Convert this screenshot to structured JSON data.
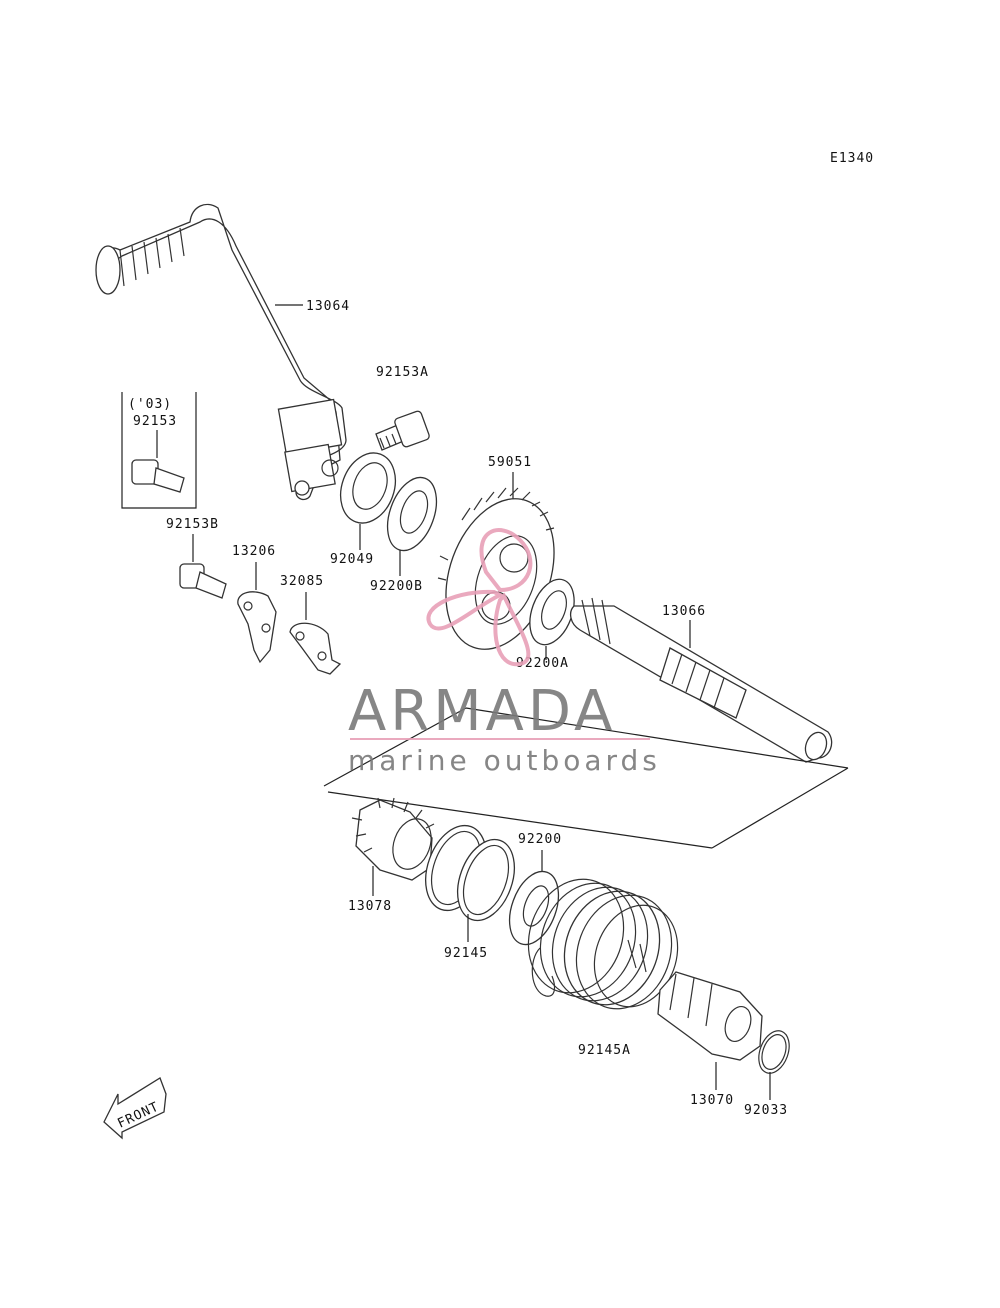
{
  "diagram": {
    "code": "E1340",
    "note_year": "('03)",
    "parts": {
      "p13064": "13064",
      "p92153A": "92153A",
      "p92153": "92153",
      "p92153B": "92153B",
      "p13206": "13206",
      "p32085": "32085",
      "p92049": "92049",
      "p92200B": "92200B",
      "p59051": "59051",
      "p92200A": "92200A",
      "p13066": "13066",
      "p13078": "13078",
      "p92200": "92200",
      "p92145": "92145",
      "p92145A": "92145A",
      "p13070": "13070",
      "p92033": "92033"
    },
    "front_label": "FRONT"
  },
  "watermark": {
    "brand": "ARMADA",
    "tagline": "marine outboards",
    "accent_color": "#e8a0b8",
    "text_color": "#7a7a7a"
  }
}
